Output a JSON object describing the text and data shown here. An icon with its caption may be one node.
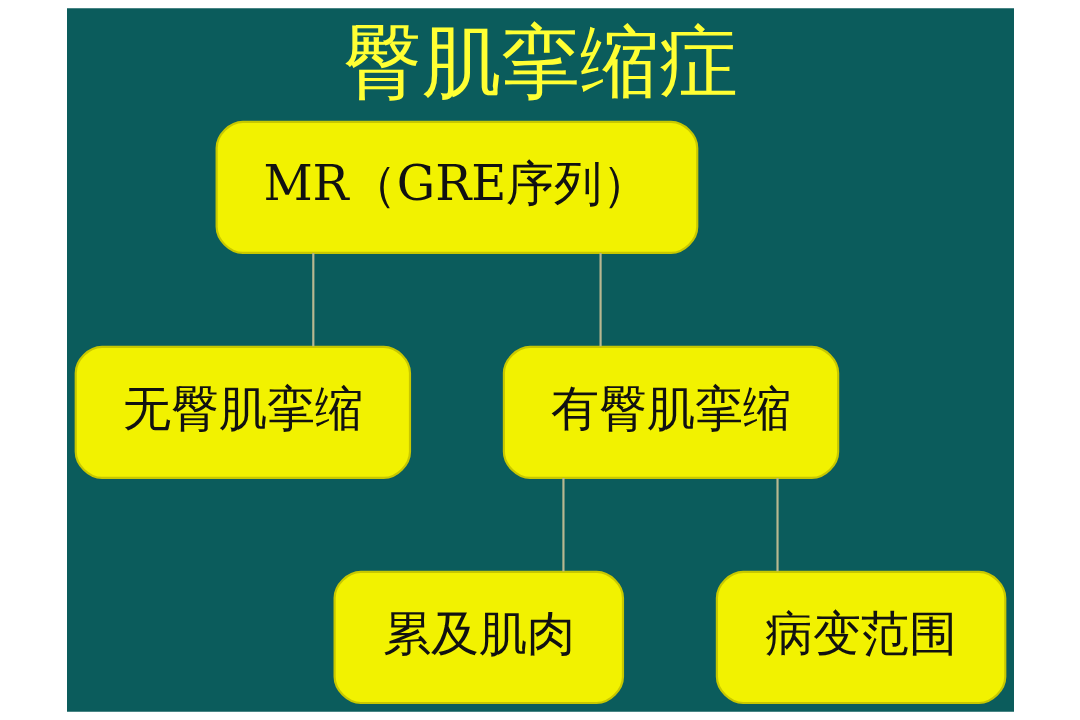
{
  "diagram": {
    "title": "臀肌挛缩症",
    "nodes": [
      {
        "text": [
          "MR（GRE序列）"
        ]
      },
      {
        "text": [
          "无臀肌挛缩"
        ]
      },
      {
        "text": [
          "有臀肌挛缩"
        ]
      },
      {
        "text": [
          "累及肌肉"
        ]
      },
      {
        "text": [
          "病变范围"
        ]
      }
    ],
    "edges": [
      {
        "from": 0,
        "to": 1,
        "arrow": "none"
      },
      {
        "from": 0,
        "to": 2,
        "arrow": "none"
      },
      {
        "from": 2,
        "to": 3,
        "arrow": "none"
      },
      {
        "from": 2,
        "to": 4,
        "arrow": "none"
      }
    ]
  }
}
